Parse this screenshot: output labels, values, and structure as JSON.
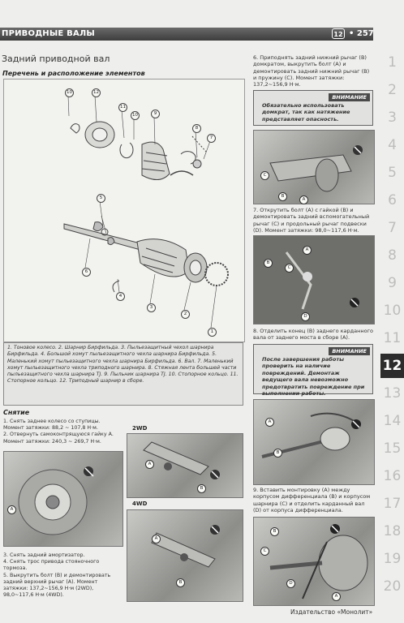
{
  "header": {
    "title": "ПРИВОДНЫЕ ВАЛЫ",
    "page_number": "257",
    "logo": "12"
  },
  "section": {
    "title": "Задний приводной вал",
    "subtitle": "Перечень и расположение элементов"
  },
  "diagram": {
    "labels": [
      "10",
      "12",
      "11",
      "10",
      "9",
      "8",
      "7",
      "5",
      "6",
      "4",
      "3",
      "2",
      "1"
    ]
  },
  "caption": "1. Тоновое колесо. 2. Шарнир Бирфильда. 3. Пыльезащитный чехол шарнира Бирфильда. 4. Большой хомут пыльезащитного чехла шарнира Бирфильда. 5. Маленький хомут пыльезащитного чехла шарнира Бирфильда. 6. Вал. 7. Маленький хомут пыльезащитного чехла триподного шарнира. 8. Стяжная лента большей части пыльезащитного чехла шарнира TJ. 9. Пыльник шарнира TJ. 10. Стопорное кольцо. 11. Стопорное кольцо. 12. Триподный шарнир в сборе.",
  "removal": {
    "title": "Снятие",
    "step1": "1. Снять заднее колесо со ступицы. Момент затяжки: 88,2 ~ 107,8 Н·м.",
    "step2": "2. Отвернуть самоконтрящуюся гайку А. Момент затяжки: 240,3 ~ 269,7 Н·м.",
    "label_2wd": "2WD",
    "label_4wd": "4WD",
    "step3": "3. Снять задний амортизатор.",
    "step4": "4. Снять трос привода стояночного тормоза.",
    "step5": "5. Выкрутить болт (В) и демонтировать задний верхний рычаг (А). Момент затяжки: 137,2~156,9 Н·м (2WD), 98,0~117,6 Н·м (4WD)."
  },
  "right": {
    "step6": "6. Приподнять задний нижний рычаг (В) домкратом, выкрутить болт (А) и демонтировать задний нижний рычаг (В) и пружину (С). Момент затяжки: 137,2~156,9 Н·м.",
    "warning1_tag": "ВНИМАНИЕ",
    "warning1": "Обязательно использовать домкрат, так как натяжение представляет опасность.",
    "step7": "7. Открутить болт (А) с гайкой (В) и демонтировать задний вспомогательный рычаг (С) и продольный рычаг подвески (D). Момент затяжки: 98,0~117,6 Н·м.",
    "step8": "8. Отделить конец (В) заднего карданного вала от заднего моста в сборе (А).",
    "warning2_tag": "ВНИМАНИЕ",
    "warning2": "После завершения работы проверить на наличие повреждений. Демонтаж ведущего вала невозможно предотвратить повреждение при выполнении работы.",
    "step9": "9. Вставить монтировку (А) между корпусом дифференциала (В) и корпусом шарнира (С) и отделить карданный вал (D) от корпуса дифференциала."
  },
  "callouts": {
    "A": "A",
    "B": "B",
    "C": "C",
    "D": "D"
  },
  "tabs": [
    "1",
    "2",
    "3",
    "4",
    "5",
    "6",
    "7",
    "8",
    "9",
    "10",
    "11",
    "12",
    "13",
    "14",
    "15",
    "16",
    "17",
    "18",
    "19",
    "20"
  ],
  "active_tab": "12",
  "publisher": "Издательство «Монолит»"
}
